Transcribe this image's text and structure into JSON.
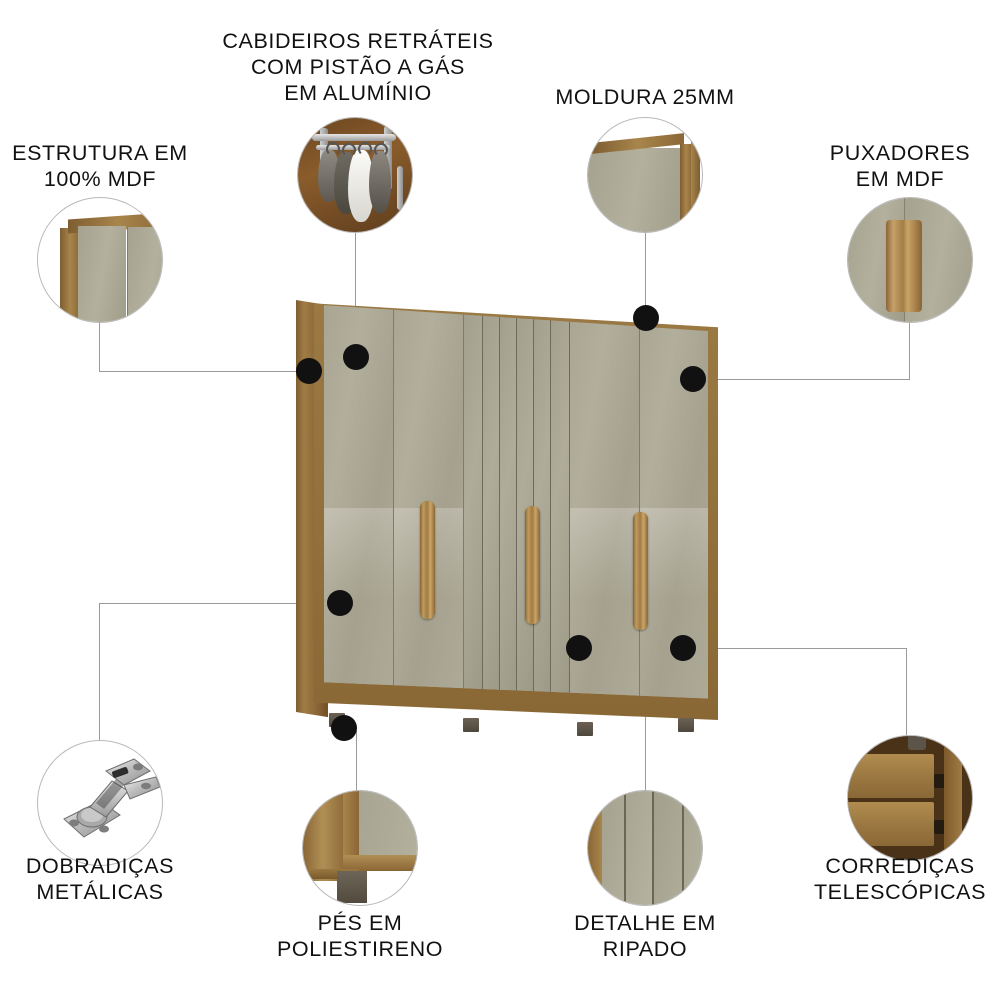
{
  "page": {
    "type": "product-feature-infographic",
    "product": "guarda-roupa",
    "background_color": "#ffffff"
  },
  "colors": {
    "text": "#111111",
    "connector_line": "#9a9a9a",
    "dot": "#111111",
    "circle_border": "#b9b9b9",
    "wood": "#9b7340",
    "door_beige": "#a9a592",
    "foot_gray": "#5a5245"
  },
  "callouts": [
    {
      "id": "estrutura",
      "label": "ESTRUTURA EM\n100% MDF",
      "icon": "wardrobe-corner-structure-icon",
      "position": "top-left"
    },
    {
      "id": "cabideiros",
      "label": "CABIDEIROS RETRÁTEIS\nCOM PISTÃO A GÁS\nEM ALUMÍNIO",
      "icon": "retractable-hanger-rail-icon",
      "position": "top-center-left"
    },
    {
      "id": "moldura",
      "label": "MOLDURA 25MM",
      "icon": "door-frame-corner-icon",
      "position": "top-center-right"
    },
    {
      "id": "puxadores",
      "label": "PUXADORES\nEM MDF",
      "icon": "wood-handle-icon",
      "position": "top-right"
    },
    {
      "id": "dobradicas",
      "label": "DOBRADIÇAS\nMETÁLICAS",
      "icon": "metal-hinge-icon",
      "position": "bottom-left"
    },
    {
      "id": "pes",
      "label": "PÉS EM\nPOLIESTIRENO",
      "icon": "polystyrene-foot-icon",
      "position": "bottom-center-left"
    },
    {
      "id": "ripado",
      "label": "DETALHE EM\nRIPADO",
      "icon": "slat-detail-icon",
      "position": "bottom-center-right"
    },
    {
      "id": "corredicas",
      "label": "CORREDIÇAS\nTELESCÓPICAS",
      "icon": "telescopic-drawer-slide-icon",
      "position": "bottom-right"
    }
  ],
  "product_image": {
    "name": "wardrobe-6-door",
    "door_count": 6,
    "handle_count": 3,
    "foot_count": 4,
    "slat_panel": true
  }
}
